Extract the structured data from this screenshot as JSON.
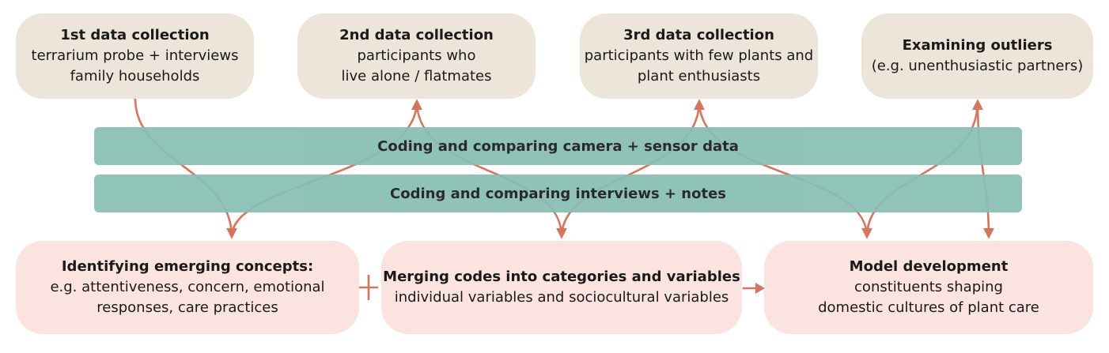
{
  "top_boxes": [
    {
      "title": "1st data collection",
      "line1": "terrarium probe + interviews",
      "line2": "family households"
    },
    {
      "title": "2nd data collection",
      "line1": "participants who",
      "line2": "live alone / flatmates"
    },
    {
      "title": "3rd data collection",
      "line1": "participants with few plants and",
      "line2": "plant enthusiasts"
    },
    {
      "title": "Examining outliers",
      "line1": "(e.g. unenthusiastic partners)"
    }
  ],
  "bands": [
    {
      "label": "Coding and comparing camera + sensor data"
    },
    {
      "label": "Coding and comparing interviews + notes"
    }
  ],
  "bottom_boxes": [
    {
      "title": "Identifying emerging concepts:",
      "line1": "e.g. attentiveness, concern, emotional",
      "line2": "responses, care practices"
    },
    {
      "title": "Merging codes into categories and variables",
      "line1": "individual variables and sociocultural variables"
    },
    {
      "title": "Model development",
      "line1": "constituents shaping",
      "line2": "domestic cultures of plant care"
    }
  ],
  "colors": {
    "top_box": "#ede4da",
    "bottom_box": "#fbe4df",
    "band": "#88bfb3",
    "arrow": "#d9735e"
  }
}
